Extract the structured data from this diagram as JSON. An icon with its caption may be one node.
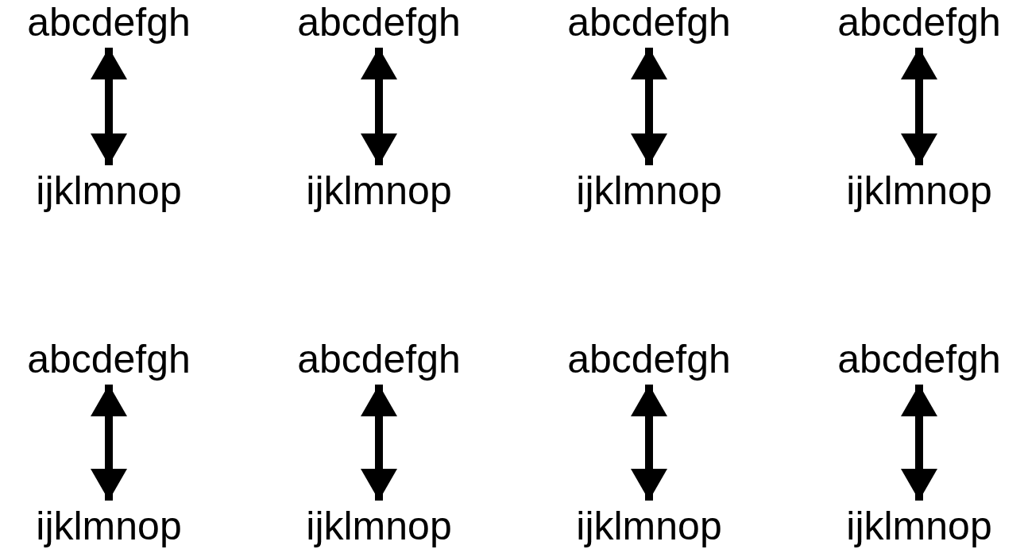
{
  "diagram": {
    "nodes": [
      {
        "text": [
          "abcdefgh"
        ]
      },
      {
        "text": [
          "abcdefgh"
        ]
      },
      {
        "text": [
          "abcdefgh"
        ]
      },
      {
        "text": [
          "abcdefgh"
        ]
      },
      {
        "text": [
          "ijklmnop"
        ]
      },
      {
        "text": [
          "ijklmnop"
        ]
      },
      {
        "text": [
          "ijklmnop"
        ]
      },
      {
        "text": [
          "ijklmnop"
        ]
      },
      {
        "text": [
          "abcdefgh"
        ]
      },
      {
        "text": [
          "abcdefgh"
        ]
      },
      {
        "text": [
          "abcdefgh"
        ]
      },
      {
        "text": [
          "abcdefgh"
        ]
      },
      {
        "text": [
          "ijklmnop"
        ]
      },
      {
        "text": [
          "ijklmnop"
        ]
      },
      {
        "text": [
          "ijklmnop"
        ]
      },
      {
        "text": [
          "ijklmnop"
        ]
      }
    ],
    "edges": [
      {
        "from": 0,
        "to": 4,
        "arrow": "both"
      },
      {
        "from": 1,
        "to": 5,
        "arrow": "both"
      },
      {
        "from": 2,
        "to": 6,
        "arrow": "both"
      },
      {
        "from": 3,
        "to": 7,
        "arrow": "both"
      },
      {
        "from": 8,
        "to": 12,
        "arrow": "both"
      },
      {
        "from": 9,
        "to": 13,
        "arrow": "both"
      },
      {
        "from": 10,
        "to": 14,
        "arrow": "both"
      },
      {
        "from": 11,
        "to": 15,
        "arrow": "both"
      }
    ]
  }
}
